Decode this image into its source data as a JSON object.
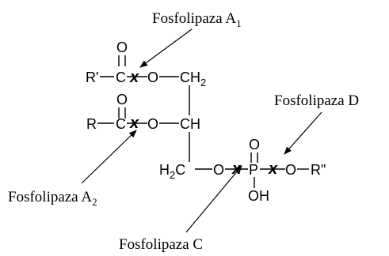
{
  "title": "",
  "labels": {
    "a1": {
      "main": "Fosfolipaza A",
      "sub": "1"
    },
    "a2": {
      "main": "Fosfolipaza A",
      "sub": "2"
    },
    "c": "Fosfolipaza C",
    "d": "Fosfolipaza D"
  },
  "atoms": {
    "o_top": "O",
    "rprime": "R'",
    "c1": "C",
    "o_ester1": "O",
    "ch2_top": "CH",
    "ch2_top_sub": "2",
    "o_mid": "O",
    "r": "R",
    "c2": "C",
    "o_ester2": "O",
    "ch": "CH",
    "h2c": "H",
    "h2c_sub": "2",
    "h2c_c": "C",
    "o_p": "O",
    "p_o_dbl": "O",
    "p": "P",
    "oh": "OH",
    "o_right": "O",
    "r_dbl": "R\""
  },
  "cut_mark": "x"
}
